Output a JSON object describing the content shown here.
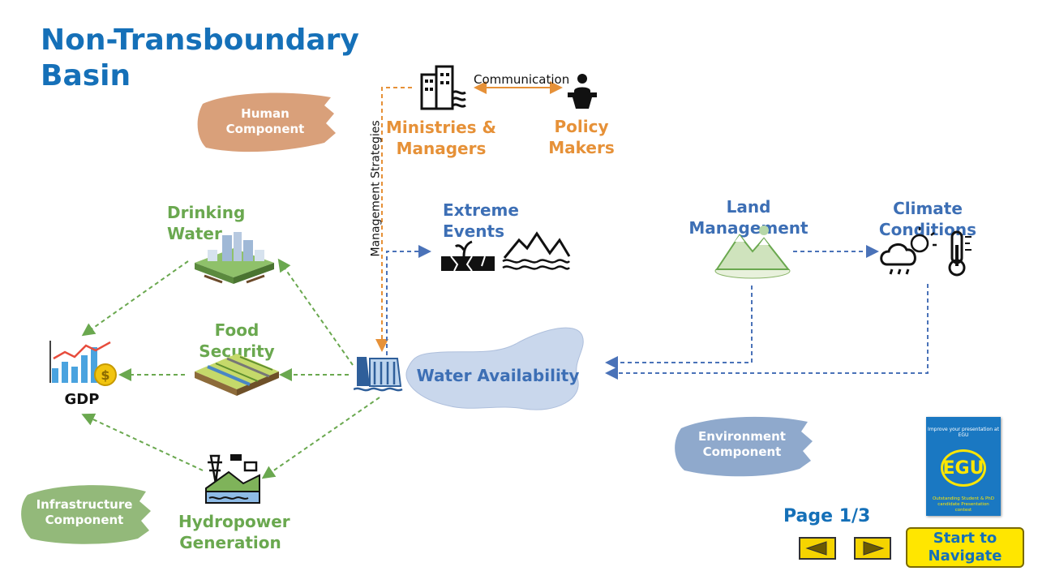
{
  "title": "Non-Transboundary Basin",
  "components": {
    "human": "Human Component",
    "infrastructure": "Infrastructure Component",
    "environment": "Environment Component"
  },
  "nodes": {
    "ministries": "Ministries & Managers",
    "policy_makers": "Policy Makers",
    "communication": "Communication",
    "management_strategies": "Management Strategies",
    "extreme_events": "Extreme Events",
    "land_management": "Land Management",
    "climate_conditions": "Climate Conditions",
    "water_availability": "Water Availability",
    "drinking_water": "Drinking Water",
    "food_security": "Food Security",
    "hydropower": "Hydropower Generation",
    "gdp": "GDP"
  },
  "navigation": {
    "page": "Page 1/3",
    "start": "Start to Navigate"
  },
  "badge": {
    "top": "Improve your presentation at EGU",
    "logo": "EGU",
    "bottom": "Outstanding Student & PhD candidate Presentation contest"
  },
  "colors": {
    "title": "#1570b8",
    "human": "#d9a07a",
    "infrastructure": "#93b97a",
    "environment": "#8fa9cc",
    "green_arrow": "#6aa84f",
    "orange_arrow": "#e69138",
    "blue_arrow": "#4a72b8"
  },
  "icons": [
    "building-icon",
    "speaker-icon",
    "drought-icon",
    "flood-icon",
    "mountain-icon",
    "weather-icon",
    "thermometer-icon",
    "dam-icon",
    "city-icon",
    "farm-icon",
    "power-plant-icon",
    "gdp-chart-icon",
    "prev-arrow-icon",
    "next-arrow-icon"
  ]
}
